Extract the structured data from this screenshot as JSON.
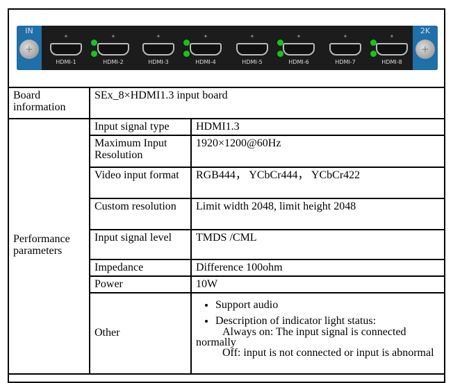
{
  "board_image": {
    "left_label": "IN",
    "right_label": "2K",
    "ports": [
      "HDMI-1",
      "HDMI-2",
      "HDMI-3",
      "HDMI-4",
      "HDMI-5",
      "HDMI-6",
      "HDMI-7",
      "HDMI-8"
    ],
    "led_color": "#19c31e",
    "panel_color": "#1f6fa8"
  },
  "board_info": {
    "label": "Board information",
    "value": "SEx_8×HDMI1.3 input board"
  },
  "performance": {
    "label": "Performance parameters",
    "rows": [
      {
        "name": "Input signal type",
        "value": "HDMI1.3"
      },
      {
        "name": "Maximum Input Resolution",
        "value": "1920×1200@60Hz"
      },
      {
        "name": "Video input format",
        "value": "RGB444， YCbCr444， YCbCr422"
      },
      {
        "name": "Custom resolution",
        "value": "Limit width 2048, limit height 2048"
      },
      {
        "name": "Input signal level",
        "value": "TMDS /CML"
      },
      {
        "name": "Impedance",
        "value": "Difference  100ohm"
      },
      {
        "name": "Power",
        "value": "10W"
      },
      {
        "name": "Other",
        "bullets": [
          "Support audio",
          "Description of indicator light status:"
        ],
        "status_lines": [
          "Always on: The input signal is connected normally",
          "Off: input is not connected or input is abnormal"
        ]
      }
    ]
  }
}
